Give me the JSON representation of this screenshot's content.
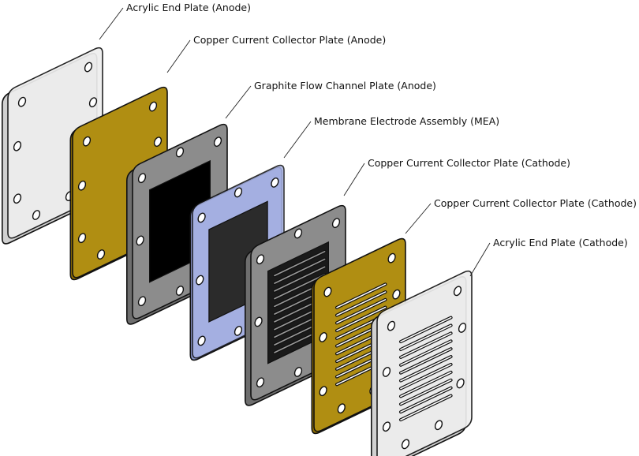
{
  "diagram": {
    "type": "exploded-view",
    "subject": "fuel cell stack assembly",
    "colors": {
      "acrylic": "#eeeeee",
      "copper": "#b08e12",
      "graphite": "#8c8c8c",
      "mea": "#a9b4e6",
      "channel": "#111111"
    },
    "components": [
      {
        "id": "acrylic-anode",
        "label": "Acrylic End Plate (Anode)",
        "material": "acrylic"
      },
      {
        "id": "copper-anode",
        "label": "Copper Current Collector Plate (Anode)",
        "material": "copper"
      },
      {
        "id": "graphite-anode",
        "label": "Graphite Flow Channel Plate (Anode)",
        "material": "graphite"
      },
      {
        "id": "mea",
        "label": "Membrane Electrode Assembly (MEA)",
        "material": "mea"
      },
      {
        "id": "graphite-cathode",
        "label": "Copper Current Collector Plate (Cathode)",
        "material": "graphite"
      },
      {
        "id": "copper-cathode",
        "label": "Copper Current Collector Plate (Cathode)",
        "material": "copper"
      },
      {
        "id": "acrylic-cathode",
        "label": "Acrylic End Plate (Cathode)",
        "material": "acrylic"
      }
    ]
  }
}
